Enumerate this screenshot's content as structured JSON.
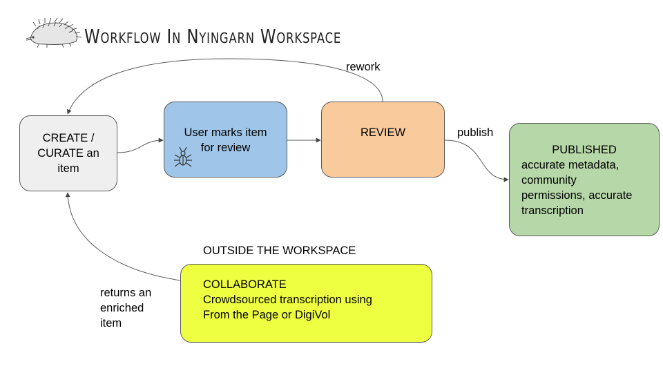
{
  "title": "Workflow In Nyingarn Workspace",
  "logo": {
    "icon": "echidna-icon"
  },
  "nodes": {
    "create": {
      "lines": [
        "CREATE /",
        "CURATE an",
        "item"
      ],
      "color": "#efefef"
    },
    "mark": {
      "lines": [
        "User marks item",
        "for review"
      ],
      "color": "#9fc5e8",
      "icon": "bug-icon"
    },
    "review": {
      "lines": [
        "REVIEW"
      ],
      "color": "#f9cb9c"
    },
    "published": {
      "heading": "PUBLISHED",
      "lines": [
        "accurate metadata,",
        "community",
        "permissions, accurate",
        "transcription"
      ],
      "color": "#b6d7a8"
    },
    "collaborate": {
      "lines": [
        "COLLABORATE",
        "Crowdsourced transcription using",
        "From the Page or DigiVol"
      ],
      "color": "#eeff41"
    }
  },
  "edges": {
    "rework": "rework",
    "publish": "publish",
    "returns": [
      "returns an",
      "enriched",
      "item"
    ]
  },
  "region_label": "OUTSIDE THE WORKSPACE"
}
